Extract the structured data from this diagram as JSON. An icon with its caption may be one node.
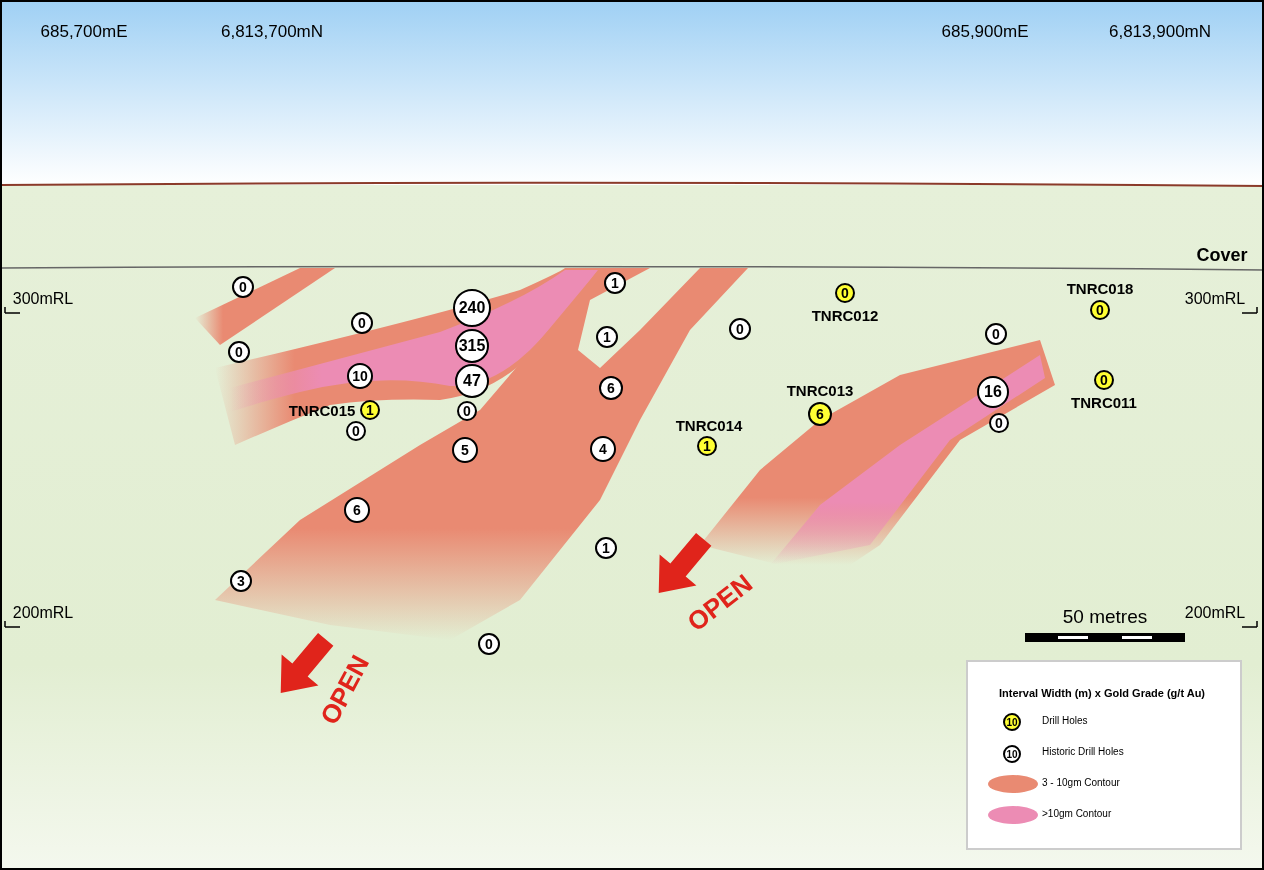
{
  "diagram": {
    "nodes": [
      {
        "text": [
          "0"
        ]
      },
      {
        "text": [
          "1"
        ]
      },
      {
        "text": [
          "0"
        ],
        "beside": [
          "TNRC012"
        ]
      },
      {
        "text": [
          "0"
        ],
        "beside": [
          "TNRC018"
        ]
      },
      {
        "text": [
          "240"
        ]
      },
      {
        "text": [
          "0"
        ]
      },
      {
        "text": [
          "1"
        ]
      },
      {
        "text": [
          "0"
        ]
      },
      {
        "text": [
          "0"
        ]
      },
      {
        "text": [
          "0"
        ]
      },
      {
        "text": [
          "315"
        ]
      },
      {
        "text": [
          "10"
        ]
      },
      {
        "text": [
          "47"
        ]
      },
      {
        "text": [
          "6"
        ]
      },
      {
        "text": [
          "0"
        ],
        "beside": [
          "TNRC011"
        ]
      },
      {
        "text": [
          "16"
        ]
      },
      {
        "text": [
          "6"
        ],
        "beside": [
          "TNRC013"
        ]
      },
      {
        "text": [
          "1"
        ],
        "beside": [
          "TNRC015"
        ]
      },
      {
        "text": [
          "0"
        ]
      },
      {
        "text": [
          "0"
        ]
      },
      {
        "text": [
          "0"
        ]
      },
      {
        "text": [
          "1"
        ],
        "beside": [
          "TNRC014"
        ]
      },
      {
        "text": [
          "5"
        ]
      },
      {
        "text": [
          "4"
        ]
      },
      {
        "text": [
          "6"
        ]
      },
      {
        "text": [
          "1"
        ]
      },
      {
        "text": [
          "3"
        ]
      },
      {
        "text": [
          "0"
        ]
      }
    ],
    "labels": [
      "685,700mE",
      "6,813,700mN",
      "685,900mE",
      "6,813,900mN",
      "Cover",
      "300mRL",
      "300mRL",
      "200mRL",
      "200mRL",
      "OPEN",
      "OPEN",
      "50 metres",
      "Interval Width (m) x Gold Grade (g/t Au)",
      "10",
      "10"
    ],
    "legend": [
      {
        "text": "Drill Holes"
      },
      {
        "text": "Historic Drill Holes"
      },
      {
        "text": "3 - 10gm Contour",
        "color": "#e98a72"
      },
      {
        "text": ">10gm Contour",
        "color": "#ec8cb4"
      }
    ]
  }
}
